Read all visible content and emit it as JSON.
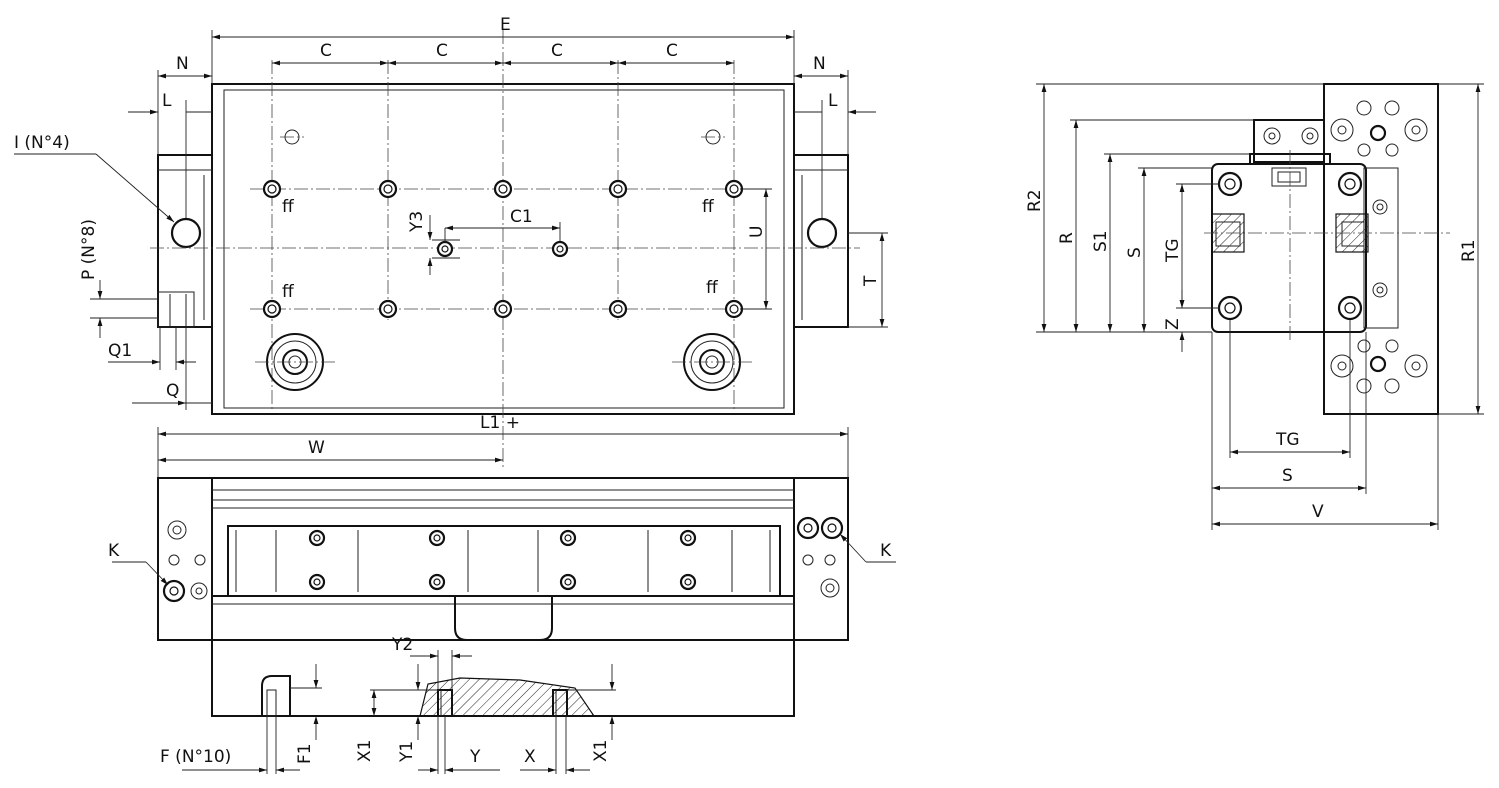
{
  "top_view": {
    "labels": {
      "E": "E",
      "C1": "C",
      "C2": "C",
      "C3": "C",
      "C4": "C",
      "N_left": "N",
      "N_right": "N",
      "L_left": "L",
      "L_right": "L",
      "I": "I (N°4)",
      "P": "P (N°8)",
      "Q1": "Q1",
      "Q": "Q",
      "Y3": "Y3",
      "C_one": "C1",
      "U": "U",
      "T": "T",
      "ff1": "ff",
      "ff2": "ff",
      "ff3": "ff",
      "ff4": "ff",
      "L1": "L1 +"
    }
  },
  "front_view": {
    "labels": {
      "W": "W",
      "K_left": "K",
      "K_right": "K",
      "Y2": "Y2",
      "F": "F (N°10)",
      "F1": "F1",
      "X1_a": "X1",
      "Y1": "Y1",
      "Y": "Y",
      "X": "X",
      "X1_b": "X1"
    }
  },
  "side_view": {
    "labels": {
      "R2": "R2",
      "R": "R",
      "S1": "S1",
      "S": "S",
      "TG": "TG",
      "Z": "Z",
      "R1": "R1",
      "TG_h": "TG",
      "S_h": "S",
      "V": "V"
    }
  }
}
